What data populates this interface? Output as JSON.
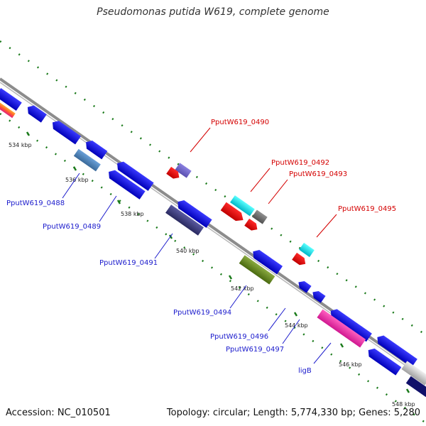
{
  "title": "Pseudomonas putida W619, complete genome",
  "footer": {
    "accession": "Accession: NC_010501",
    "summary": "Topology: circular; Length: 5,774,330 bp; Genes: 5,280"
  },
  "ticks": [
    "534 kbp",
    "536 kbp",
    "538 kbp",
    "540 kbp",
    "542 kbp",
    "544 kbp",
    "546 kbp",
    "548 kbp"
  ],
  "labels_forward": [
    "PputW619_0490",
    "PputW619_0492",
    "PputW619_0493",
    "PputW619_0495"
  ],
  "labels_reverse": [
    "PputW619_0488",
    "PputW619_0489",
    "PputW619_0491",
    "PputW619_0494",
    "PputW619_0496",
    "PputW619_0497",
    "ligB"
  ],
  "colors": {
    "backbone": "#8c8c8c",
    "gene_blue": "#1010e0",
    "label_forward": "#d40000",
    "label_reverse": "#1a1acc",
    "tick_dots": "#1a7a1a"
  }
}
